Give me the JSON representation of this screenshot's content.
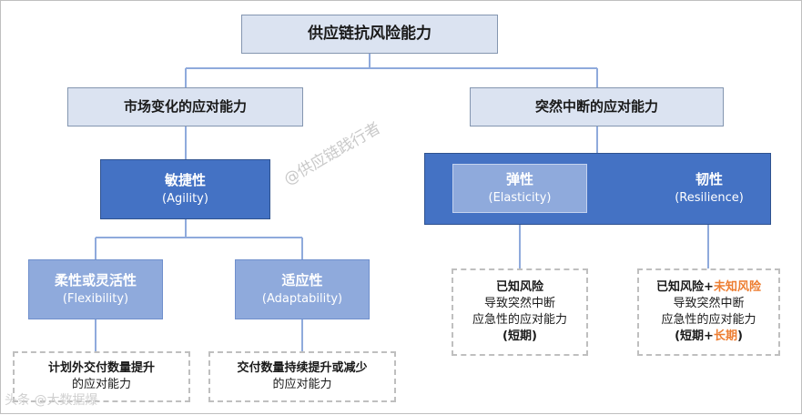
{
  "title": "供应链抗风险能力",
  "market": {
    "label": "市场变化的应对能力",
    "agility": {
      "zh": "敏捷性",
      "en": "(Agility)"
    },
    "flexibility": {
      "zh": "柔性或灵活性",
      "en": "(Flexibility)"
    },
    "adaptability": {
      "zh": "适应性",
      "en": "(Adaptability)"
    },
    "flex_outcome": {
      "line1": "计划外交付数量提升",
      "line2": "的应对能力"
    },
    "adapt_outcome": {
      "line1": "交付数量持续提升或减少",
      "line2": "的应对能力"
    }
  },
  "disruption": {
    "label": "突然中断的应对能力",
    "elasticity": {
      "zh": "弹性",
      "en": "(Elasticity)"
    },
    "resilience": {
      "zh": "韧性",
      "en": "(Resilience)"
    },
    "elastic_outcome": {
      "line1": "已知风险",
      "line2": "导致突然中断",
      "line3": "应急性的应对能力",
      "line4": "(短期)"
    },
    "resil_outcome": {
      "line1_a": "已知风险+",
      "line1_b": "未知风险",
      "line2": "导致突然中断",
      "line3": "应急性的应对能力",
      "line4_a": "(短期+",
      "line4_b": "长期",
      "line4_c": ")"
    }
  },
  "watermark": "@供应链践行者",
  "corner_watermark": "头条 @大数据爆",
  "colors": {
    "light_box": "#dbe3f1",
    "dark_box": "#4472c4",
    "medium_box": "#8faadc",
    "connector": "#8faadc",
    "highlight": "#ed7d31"
  }
}
